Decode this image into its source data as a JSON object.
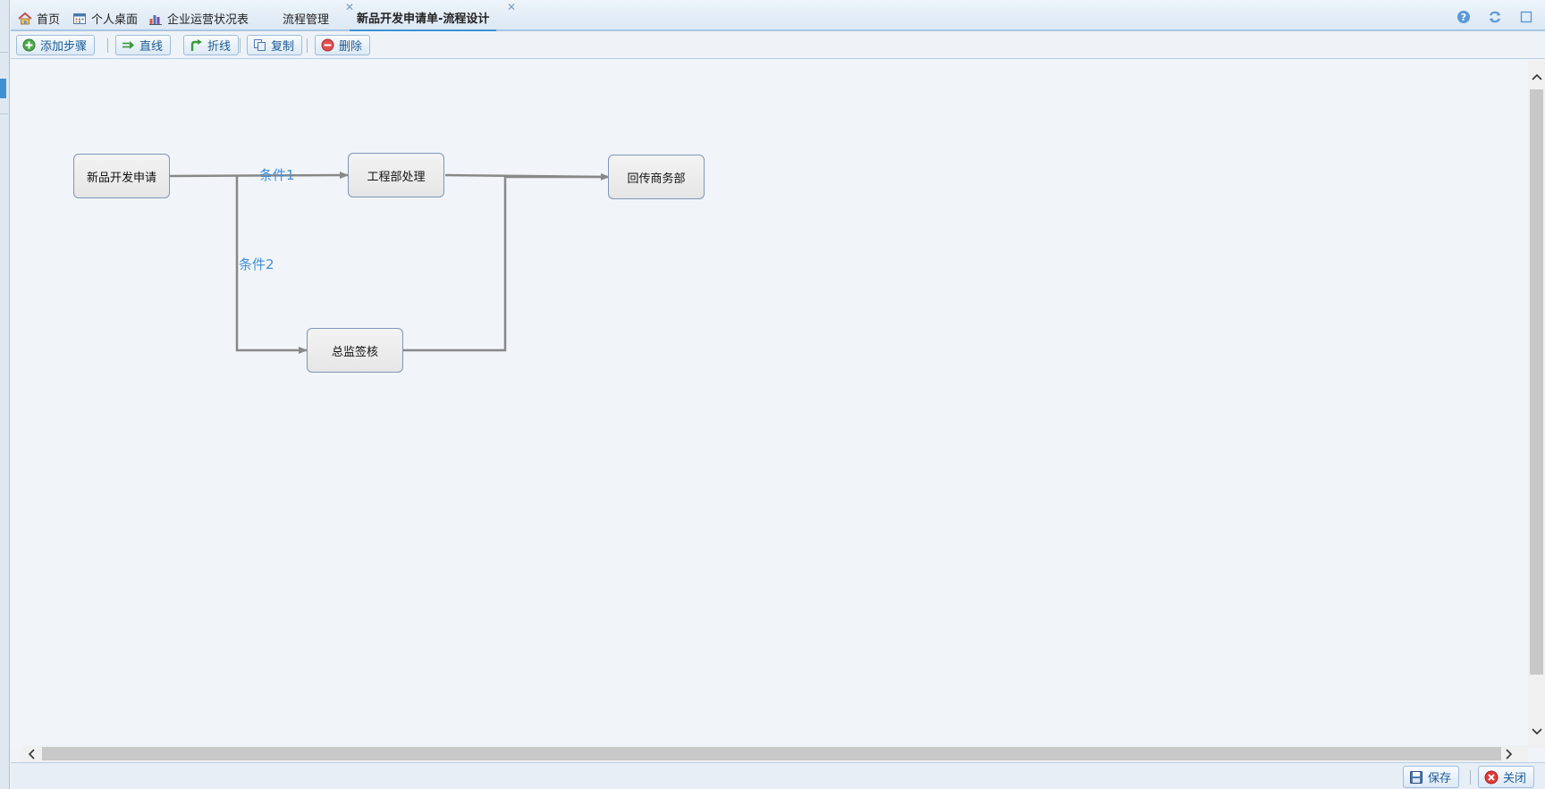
{
  "tabs": [
    {
      "label": "首页",
      "icon": "home-icon",
      "closable": false,
      "active": false
    },
    {
      "label": "个人桌面",
      "icon": "desktop-grid-icon",
      "closable": false,
      "active": false
    },
    {
      "label": "企业运营状况表",
      "icon": "bar-chart-icon",
      "closable": false,
      "active": false
    },
    {
      "label": "流程管理",
      "icon": "",
      "closable": true,
      "active": false
    },
    {
      "label": "新品开发申请单-流程设计",
      "icon": "",
      "closable": true,
      "active": true
    }
  ],
  "close_glyph": "✕",
  "window_controls": [
    "help-icon",
    "refresh-icon",
    "maximize-icon"
  ],
  "toolbar": {
    "add_step": "添加步骤",
    "straight_line": "直线",
    "polyline": "折线",
    "copy": "复制",
    "delete": "删除"
  },
  "flow": {
    "nodes": {
      "start": "新品开发申请",
      "engineering": "工程部处理",
      "business": "回传商务部",
      "director": "总监签核"
    },
    "conditions": {
      "cond1": "条件1",
      "cond2": "条件2"
    },
    "line_color": "#888888",
    "condition_color": "#3f8fd6"
  },
  "scroll": {
    "up": "^",
    "down": "v",
    "left": "<",
    "right": ">"
  },
  "footer": {
    "save": "保存",
    "close": "关闭"
  }
}
